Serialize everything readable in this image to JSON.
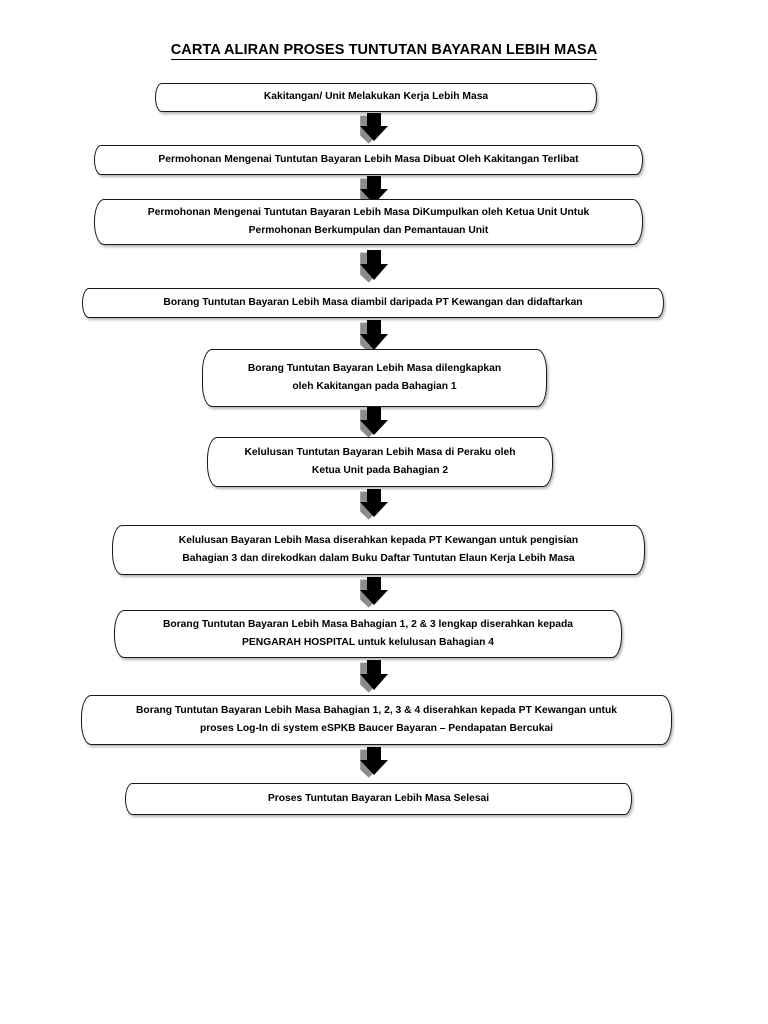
{
  "document": {
    "title": "CARTA ALIRAN PROSES TUNTUTAN BAYARAN LEBIH MASA  "
  },
  "colors": {
    "text": "#000000",
    "box_border": "#1a1a1a",
    "box_fill": "#ffffff",
    "arrow_fill": "#000000",
    "page_background": "#ffffff"
  },
  "flow": {
    "nodes": [
      {
        "id": "node-1",
        "name": "process-box-kakitangan-kerja-lebih-masa",
        "line1": "Kakitangan/ Unit Melakukan Kerja Lebih Masa",
        "line2": ""
      },
      {
        "id": "node-2",
        "name": "process-box-permohonan-dibuat",
        "line1": "Permohonan Mengenai Tuntutan Bayaran Lebih Masa  Dibuat Oleh Kakitangan Terlibat",
        "line2": ""
      },
      {
        "id": "node-3",
        "name": "process-box-permohonan-dikumpulkan",
        "line1": "Permohonan Mengenai Tuntutan Bayaran Lebih Masa  DiKumpulkan oleh Ketua Unit Untuk",
        "line2": "Permohonan Berkumpulan dan Pemantauan Unit"
      },
      {
        "id": "node-4",
        "name": "process-box-borang-diambil-pt-kewangan",
        "line1": "Borang Tuntutan Bayaran Lebih Masa  diambil daripada PT Kewangan dan didaftarkan",
        "line2": ""
      },
      {
        "id": "node-5",
        "name": "process-box-borang-dilengkapkan-bahagian-1",
        "line1": "Borang Tuntutan Bayaran Lebih Masa  dilengkapkan",
        "line2": "oleh Kakitangan pada Bahagian 1"
      },
      {
        "id": "node-6",
        "name": "process-box-kelulusan-diperaku-bahagian-2",
        "line1": "Kelulusan Tuntutan Bayaran Lebih Masa  di Peraku oleh",
        "line2": "Ketua Unit pada Bahagian 2"
      },
      {
        "id": "node-7",
        "name": "process-box-kelulusan-pt-kewangan-bahagian-3",
        "line1": "Kelulusan Bayaran Lebih Masa  diserahkan kepada PT Kewangan untuk pengisian",
        "line2": "Bahagian 3 dan direkodkan dalam Buku Daftar Tuntutan Elaun Kerja Lebih Masa"
      },
      {
        "id": "node-8",
        "name": "process-box-pengarah-hospital-bahagian-4",
        "line1": "Borang Tuntutan Bayaran Lebih Masa  Bahagian 1, 2 & 3  lengkap diserahkan kepada",
        "line2": "PENGARAH HOSPITAL untuk kelulusan Bahagian 4"
      },
      {
        "id": "node-9",
        "name": "process-box-espkb-log-in",
        "line1": "Borang Tuntutan Bayaran Lebih Masa  Bahagian 1, 2, 3 & 4 diserahkan kepada PT Kewangan untuk",
        "line2": "proses Log-In di system eSPKB  Baucer Bayaran – Pendapatan Bercukai"
      },
      {
        "id": "node-10",
        "name": "process-box-proses-selesai",
        "line1": "Proses Tuntutan Bayaran Lebih Masa  Selesai",
        "line2": ""
      }
    ],
    "connectors": [
      {
        "id": "arrow-1",
        "name": "down-arrow-icon",
        "from": "node-1",
        "to": "node-2"
      },
      {
        "id": "arrow-2",
        "name": "down-arrow-icon",
        "from": "node-2",
        "to": "node-3"
      },
      {
        "id": "arrow-3",
        "name": "down-arrow-icon",
        "from": "node-3",
        "to": "node-4"
      },
      {
        "id": "arrow-4",
        "name": "down-arrow-icon",
        "from": "node-4",
        "to": "node-5"
      },
      {
        "id": "arrow-5",
        "name": "down-arrow-icon",
        "from": "node-5",
        "to": "node-6"
      },
      {
        "id": "arrow-6",
        "name": "down-arrow-icon",
        "from": "node-6",
        "to": "node-7"
      },
      {
        "id": "arrow-7",
        "name": "down-arrow-icon",
        "from": "node-7",
        "to": "node-8"
      },
      {
        "id": "arrow-8",
        "name": "down-arrow-icon",
        "from": "node-8",
        "to": "node-9"
      },
      {
        "id": "arrow-9",
        "name": "down-arrow-icon",
        "from": "node-9",
        "to": "node-10"
      }
    ]
  }
}
